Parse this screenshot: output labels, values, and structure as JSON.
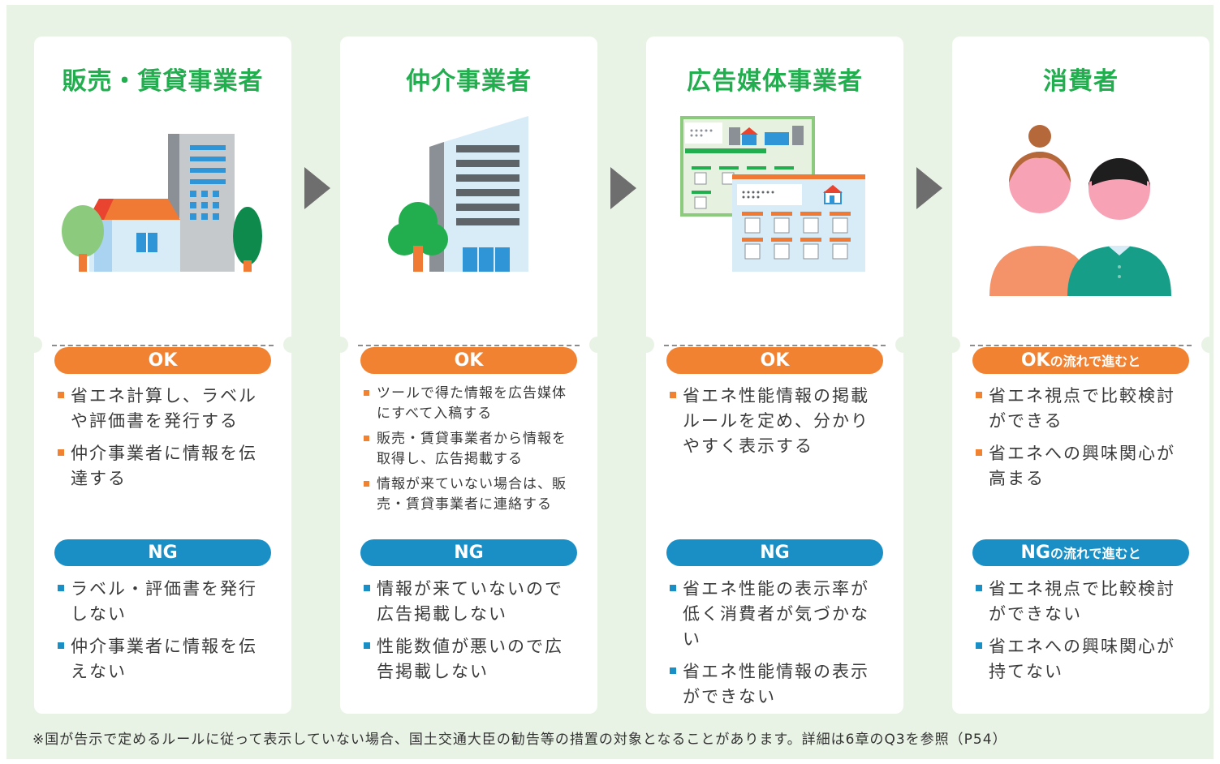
{
  "cards": [
    {
      "title": "販売・賃貸事業者",
      "ok_label": "OK",
      "ok_items": [
        "省エネ計算し、ラベルや評価書を発行する",
        "仲介事業者に情報を伝達する"
      ],
      "ng_label": "NG",
      "ng_items": [
        "ラベル・評価書を発行しない",
        "仲介事業者に情報を伝えない"
      ]
    },
    {
      "title": "仲介事業者",
      "ok_label": "OK",
      "ok_items": [
        "ツールで得た情報を広告媒体にすべて入稿する",
        "販売・賃貸事業者から情報を取得し、広告掲載する",
        "情報が来ていない場合は、販売・賃貸事業者に連絡する"
      ],
      "ng_label": "NG",
      "ng_items": [
        "情報が来ていないので広告掲載しない",
        "性能数値が悪いので広告掲載しない"
      ]
    },
    {
      "title": "広告媒体事業者",
      "ok_label": "OK",
      "ok_items": [
        "省エネ性能情報の掲載ルールを定め、分かりやすく表示する"
      ],
      "ng_label": "NG",
      "ng_items": [
        "省エネ性能の表示率が低く消費者が気づかない",
        "省エネ性能情報の表示ができない"
      ]
    },
    {
      "title": "消費者",
      "ok_label": "OK",
      "ok_suffix": "の流れで進むと",
      "ok_items": [
        "省エネ視点で比較検討ができる",
        "省エネへの興味関心が高まる"
      ],
      "ng_label": "NG",
      "ng_suffix": "の流れで進むと",
      "ng_items": [
        "省エネ視点で比較検討ができない",
        "省エネへの興味関心が持てない"
      ]
    }
  ],
  "footnote": "※国が告示で定めるルールに従って表示していない場合、国土交通大臣の勧告等の措置の対象となることがあります。詳細は6章のQ3を参照（P54）",
  "colors": {
    "title_green": "#22ad4f",
    "ok_orange": "#f08232",
    "ng_blue": "#1a8fc6",
    "background": "#e9f3e5"
  }
}
